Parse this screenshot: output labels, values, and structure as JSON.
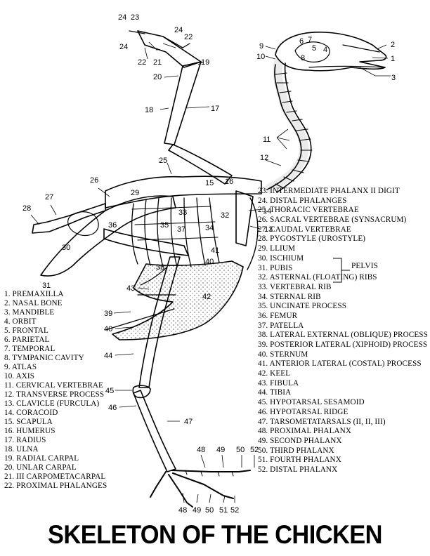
{
  "title": "SKELETON OF THE CHICKEN",
  "group_label": "PELVIS",
  "legend_left": [
    "1. PREMAXILLA",
    "2. NASAL BONE",
    "3. MANDIBLE",
    "4. ORBIT",
    "5. FRONTAL",
    "6. PARIETAL",
    "7. TEMPORAL",
    "8. TYMPANIC CAVITY",
    "9. ATLAS",
    "10. AXIS",
    "11. CERVICAL VERTEBRAE",
    "12. TRANSVERSE PROCESS",
    "13. CLAVICLE (FURCULA)",
    "14. CORACOID",
    "15. SCAPULA",
    "16. HUMERUS",
    "17. RADIUS",
    "18. ULNA",
    "19. RADIAL CARPAL",
    "20. UNLAR CARPAL",
    "21. III CARPOMETACARPAL",
    "22. PROXIMAL PHALANGES"
  ],
  "legend_right": [
    "23. INTERMEDIATE PHALANX  II DIGIT",
    "24. DISTAL PHALANGES",
    "25. THORACIC VERTEBRAE",
    "26. SACRAL VERTEBRAE (SYNSACRUM)",
    "27. CAUDAL VERTEBRAE",
    "28. PYGOSTYLE (UROSTYLE)",
    "29. LLIUM",
    "30. ISCHIUM",
    "31. PUBIS",
    "32. ASTERNAL (FLOATING) RIBS",
    "33. VERTEBRAL RIB",
    "34. STERNAL RIB",
    "35. UNCINATE PROCESS",
    "36. FEMUR",
    "37. PATELLA",
    "38. LATERAL EXTERNAL (OBLIQUE) PROCESS",
    "39. POSTERIOR LATERAL (XIPHOID) PROCESS",
    "40. STERNUM",
    "41. ANTERIOR LATERAL (COSTAL) PROCESS",
    "42. KEEL",
    "43. FIBULA",
    "44. TIBIA",
    "45. HYPOTARSAL SESAMOID",
    "46. HYPOTARSAL RIDGE",
    "47. TARSOMETATARSALS (II, II, III)",
    "48. PROXIMAL PHALANX",
    "49. SECOND PHALANX",
    "50. THIRD PHALANX",
    "51. FOURTH PHALANX",
    "52. DISTAL PHALANX"
  ],
  "callouts": [
    "1",
    "2",
    "3",
    "4",
    "5",
    "6",
    "7",
    "8",
    "9",
    "10",
    "11",
    "12",
    "13",
    "14",
    "15",
    "16",
    "17",
    "18",
    "19",
    "20",
    "21",
    "22",
    "23",
    "24",
    "25",
    "26",
    "27",
    "28",
    "29",
    "30",
    "31",
    "32",
    "33",
    "34",
    "35",
    "36",
    "37",
    "38",
    "39",
    "40",
    "41",
    "42",
    "43",
    "44",
    "45",
    "46",
    "47",
    "48",
    "49",
    "50",
    "51",
    "52"
  ],
  "colors": {
    "ink": "#000000",
    "paper": "#ffffff"
  }
}
